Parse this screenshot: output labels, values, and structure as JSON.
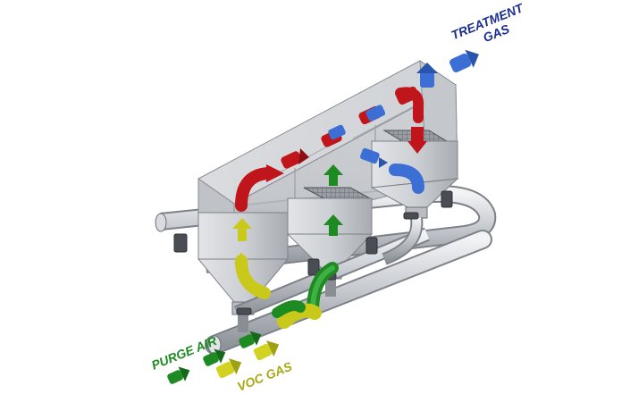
{
  "labels": {
    "treatment_gas_line1": "TREATMENT",
    "treatment_gas_line2": "GAS",
    "purge_air": "PURGE AIR",
    "voc_gas": "VOC GAS"
  },
  "colors": {
    "treatment_gas": "#1b2f8f",
    "purge_air": "#1e8a22",
    "voc_gas": "#b4b41a",
    "hot_flow": "#c0161b",
    "cool_flow": "#3b6fd6",
    "steel": "#c9ccd1"
  },
  "icons": [
    "flow-arrow-icon",
    "elbow-pipe-icon",
    "clamp-icon",
    "filter-grid-icon"
  ]
}
